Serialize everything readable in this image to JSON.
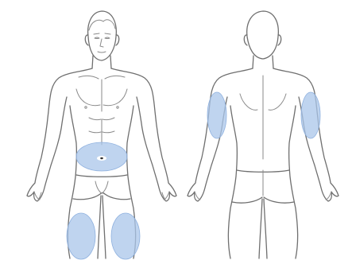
{
  "colors": {
    "body_outline": "#6f6f6f",
    "injection_zone": "#a9c6ea",
    "background": "#ffffff"
  },
  "figures": [
    {
      "view": "front",
      "highlighted_zones": [
        "abdomen",
        "left-thigh",
        "right-thigh"
      ]
    },
    {
      "view": "back",
      "highlighted_zones": [
        "left-upper-arm",
        "right-upper-arm"
      ]
    }
  ]
}
